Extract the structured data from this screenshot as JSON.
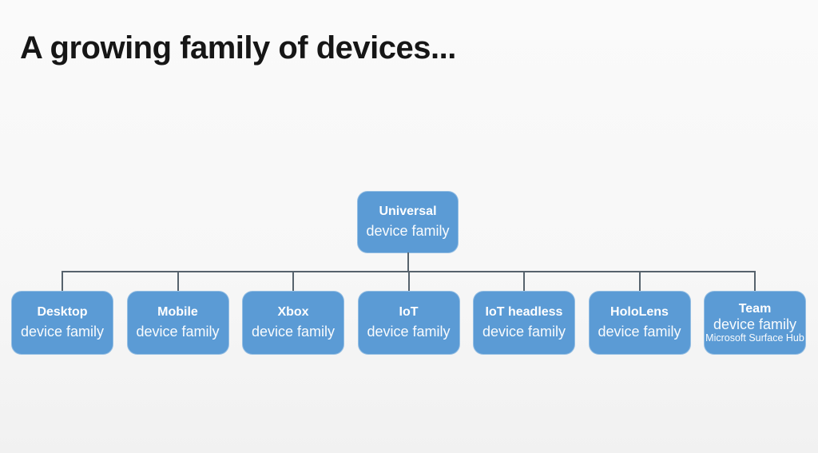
{
  "slide": {
    "title": "A growing family of devices...",
    "background_color": "#f7f7f7",
    "title_color": "#161616"
  },
  "diagram": {
    "type": "hierarchy",
    "node_color": "#5b9bd5",
    "node_text_color": "#ffffff",
    "connector_color": "#57636d",
    "root": {
      "title": "Universal",
      "subtitle": "device family"
    },
    "children": [
      {
        "title": "Desktop",
        "subtitle": "device family"
      },
      {
        "title": "Mobile",
        "subtitle": "device family"
      },
      {
        "title": "Xbox",
        "subtitle": "device family"
      },
      {
        "title": "IoT",
        "subtitle": "device family"
      },
      {
        "title": "IoT headless",
        "subtitle": "device family"
      },
      {
        "title": "HoloLens",
        "subtitle": "device family"
      },
      {
        "title": "Team",
        "subtitle": "device family",
        "note": "Microsoft Surface Hub"
      }
    ]
  }
}
